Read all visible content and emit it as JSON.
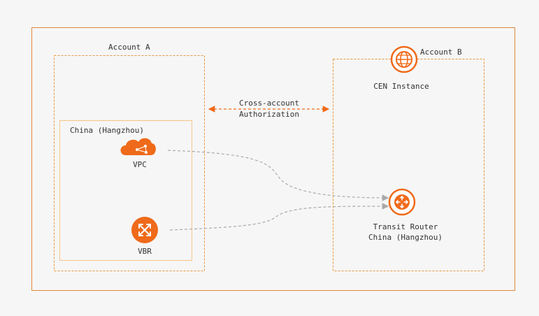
{
  "diagram": {
    "account_a": {
      "label": "Account A"
    },
    "account_b": {
      "label": "Account B"
    },
    "region_a": {
      "label": "China (Hangzhou)"
    },
    "vpc": {
      "label": "VPC",
      "icon": "cloud-network-icon"
    },
    "vbr": {
      "label": "VBR",
      "icon": "router-icon"
    },
    "cen": {
      "label": "CEN Instance",
      "icon": "globe-icon"
    },
    "authorization": {
      "line1": "Cross-account",
      "line2": "Authorization"
    },
    "transit_router": {
      "line1": "Transit Router",
      "line2": "China (Hangzhou)",
      "icon": "transit-router-icon"
    },
    "colors": {
      "accent": "#ef6a1a",
      "border": "#f2a64f",
      "connector": "#aaaaaa"
    }
  }
}
